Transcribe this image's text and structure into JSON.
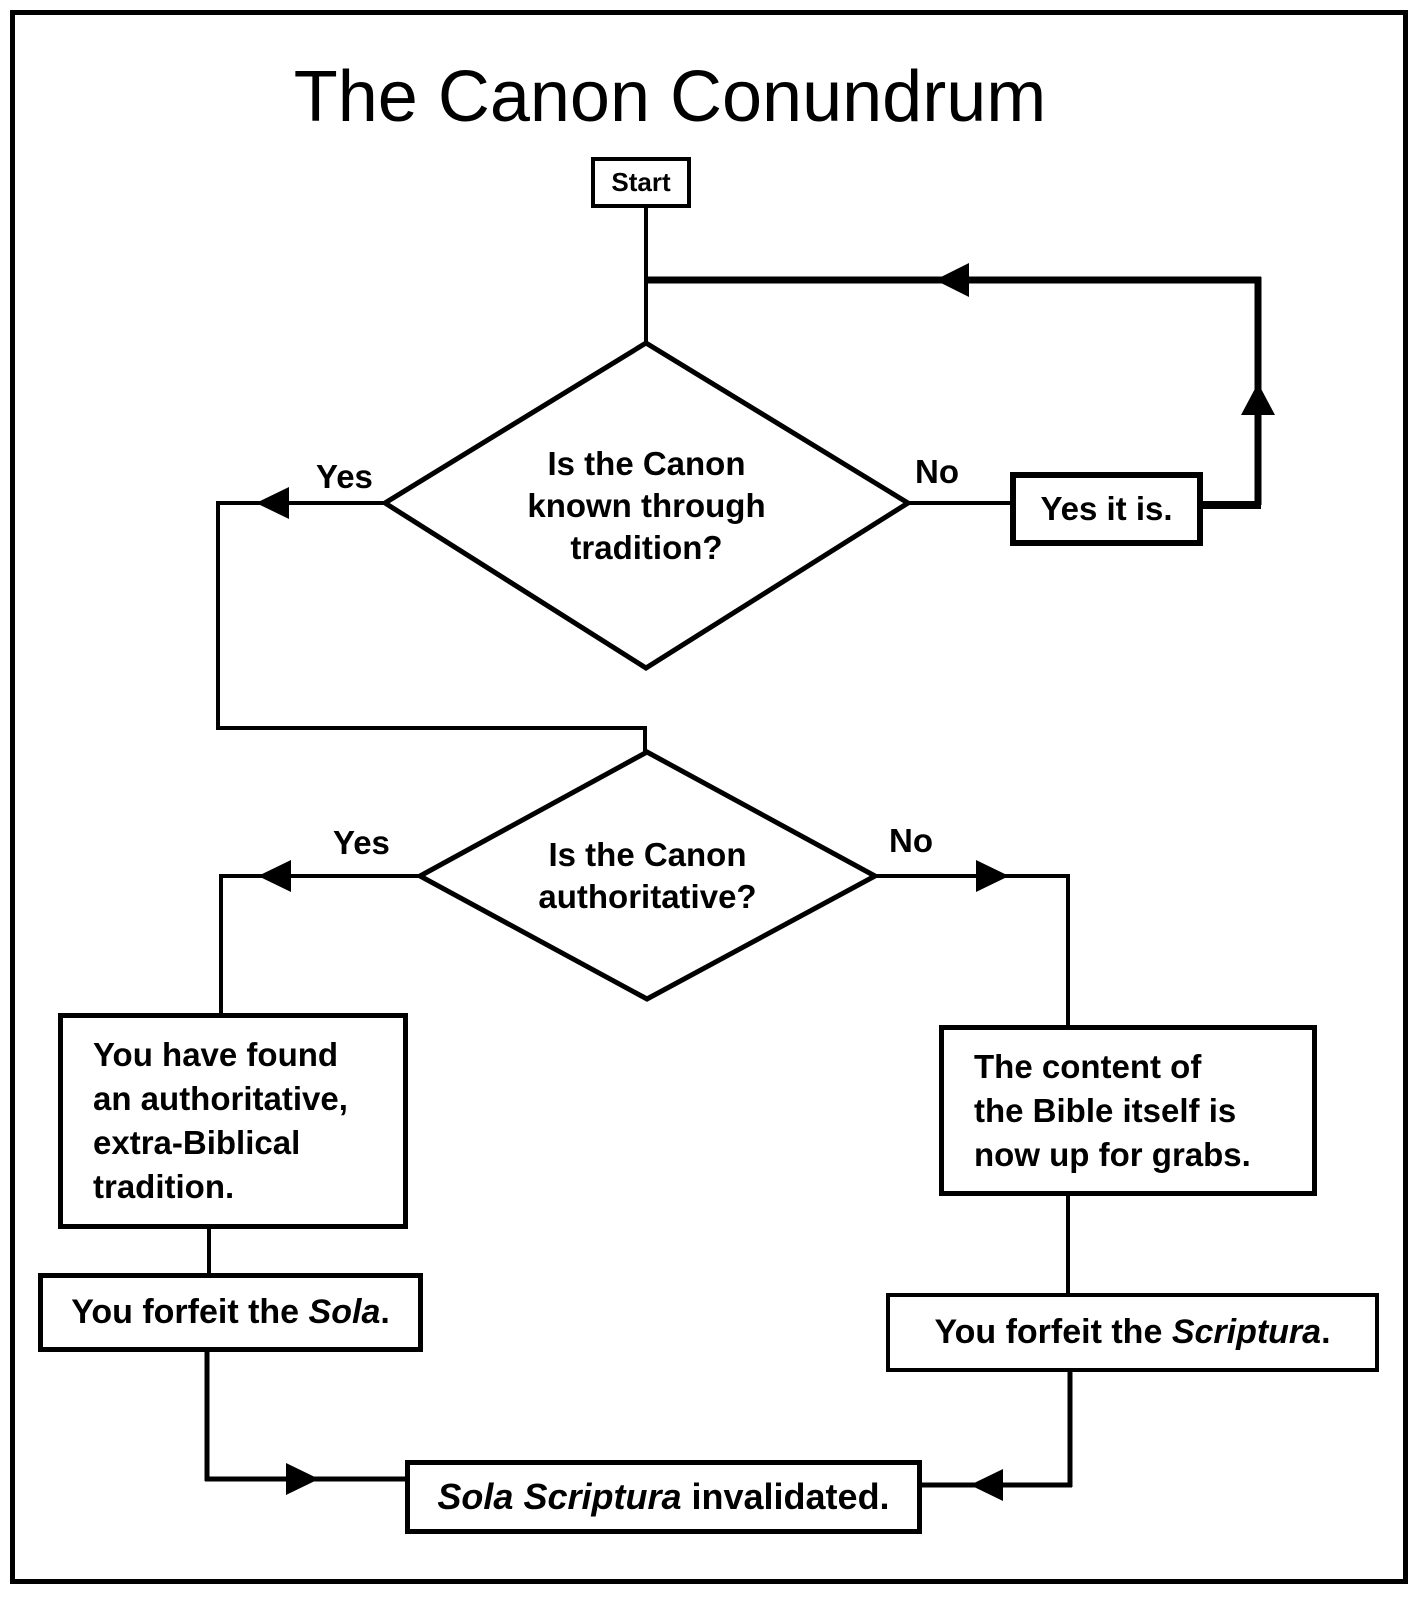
{
  "title": "The Canon Conundrum",
  "colors": {
    "line": "#000000",
    "background": "#ffffff",
    "text": "#000000"
  },
  "nodes": {
    "start": {
      "label": "Start"
    },
    "decision1": {
      "lines": [
        "Is the Canon",
        "known through",
        "tradition?"
      ]
    },
    "yes_it_is": {
      "label": "Yes it is."
    },
    "decision2": {
      "lines": [
        "Is the Canon",
        "authoritative?"
      ]
    },
    "found_tradition": {
      "lines": [
        "You have found",
        "an authoritative,",
        "extra-Biblical",
        "tradition."
      ]
    },
    "content_grabs": {
      "lines": [
        "The content of",
        "the Bible itself is",
        "now up for grabs."
      ]
    },
    "forfeit_sola": {
      "prefix": "You forfeit the ",
      "italic": "Sola",
      "suffix": "."
    },
    "forfeit_scriptura": {
      "prefix": "You forfeit the ",
      "italic": "Scriptura",
      "suffix": "."
    },
    "invalidated": {
      "italic": "Sola Scriptura",
      "suffix": " invalidated."
    }
  },
  "labels": {
    "decision1_yes": "Yes",
    "decision1_no": "No",
    "decision2_yes": "Yes",
    "decision2_no": "No"
  }
}
